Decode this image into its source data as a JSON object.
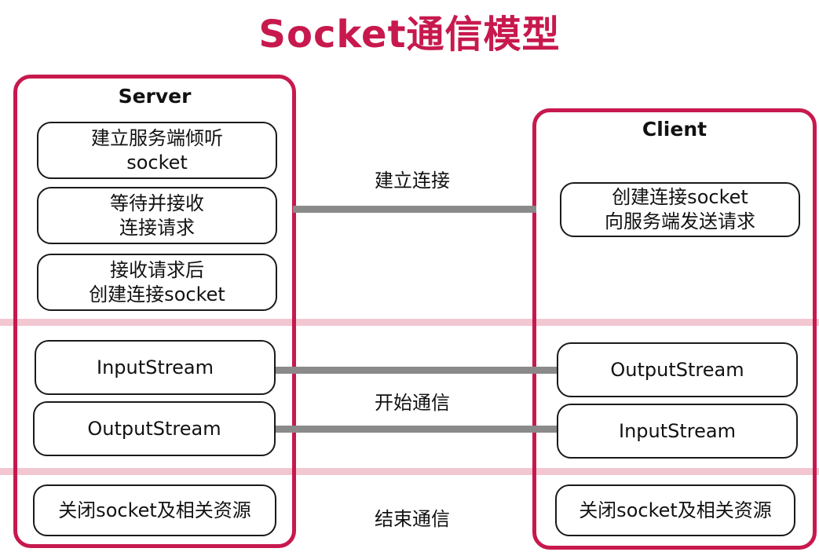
{
  "title": "Socket通信模型",
  "server": {
    "label": "Server",
    "steps": [
      "建立服务端倾听\nsocket",
      "等待并接收\n连接请求",
      "接收请求后\n创建连接socket",
      "InputStream",
      "OutputStream",
      "关闭socket及相关资源"
    ]
  },
  "client": {
    "label": "Client",
    "steps": [
      "创建连接socket\n向服务端发送请求",
      "OutputStream",
      "InputStream",
      "关闭socket及相关资源"
    ]
  },
  "phases": {
    "connect": "建立连接",
    "communicate": "开始通信",
    "end": "结束通信"
  },
  "colors": {
    "accent": "#c7194d",
    "band": "#f2c7d2",
    "connector": "#8a8a8a"
  }
}
